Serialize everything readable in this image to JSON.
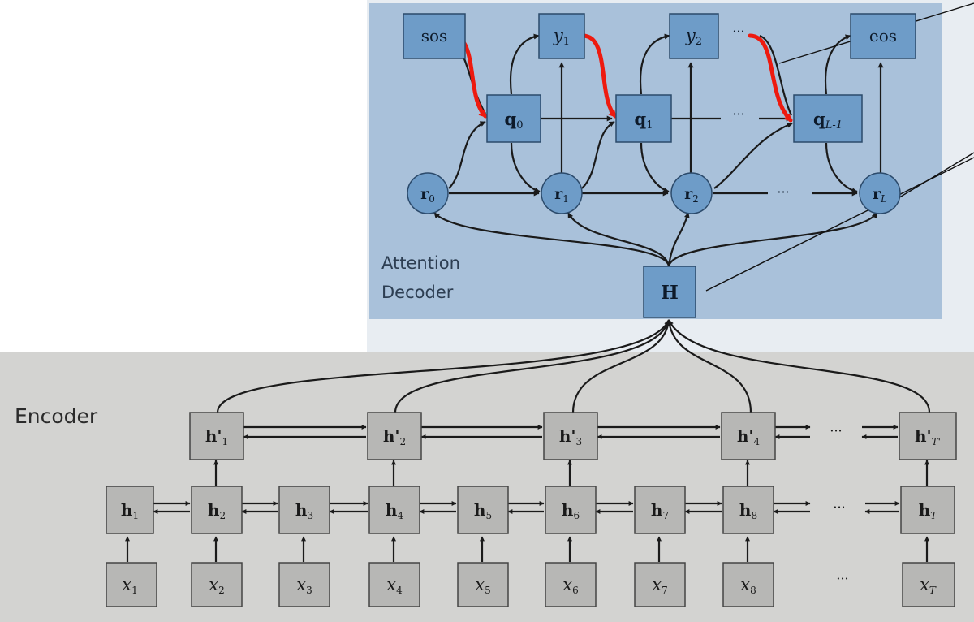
{
  "decoder": {
    "label_line1": "Attention",
    "label_line2": "Decoder",
    "sos": "sos",
    "eos": "eos",
    "y": [
      {
        "base": "y",
        "sub": "1"
      },
      {
        "base": "y",
        "sub": "2"
      }
    ],
    "q": [
      {
        "base": "q",
        "sub": "0"
      },
      {
        "base": "q",
        "sub": "1"
      },
      {
        "base": "q",
        "sub": "L-1"
      }
    ],
    "r": [
      {
        "base": "r",
        "sub": "0"
      },
      {
        "base": "r",
        "sub": "1"
      },
      {
        "base": "r",
        "sub": "2"
      },
      {
        "base": "r",
        "sub": "L"
      }
    ],
    "H": "H",
    "ellipsis": "···"
  },
  "encoder": {
    "label": "Encoder",
    "hprime": [
      {
        "base": "h'",
        "sub": "1"
      },
      {
        "base": "h'",
        "sub": "2"
      },
      {
        "base": "h'",
        "sub": "3"
      },
      {
        "base": "h'",
        "sub": "4"
      },
      {
        "base": "h'",
        "sub": "T'"
      }
    ],
    "h": [
      {
        "base": "h",
        "sub": "1"
      },
      {
        "base": "h",
        "sub": "2"
      },
      {
        "base": "h",
        "sub": "3"
      },
      {
        "base": "h",
        "sub": "4"
      },
      {
        "base": "h",
        "sub": "5"
      },
      {
        "base": "h",
        "sub": "6"
      },
      {
        "base": "h",
        "sub": "7"
      },
      {
        "base": "h",
        "sub": "8"
      },
      {
        "base": "h",
        "sub": "T"
      }
    ],
    "x": [
      {
        "base": "x",
        "sub": "1"
      },
      {
        "base": "x",
        "sub": "2"
      },
      {
        "base": "x",
        "sub": "3"
      },
      {
        "base": "x",
        "sub": "4"
      },
      {
        "base": "x",
        "sub": "5"
      },
      {
        "base": "x",
        "sub": "6"
      },
      {
        "base": "x",
        "sub": "7"
      },
      {
        "base": "x",
        "sub": "8"
      },
      {
        "base": "x",
        "sub": "T"
      }
    ],
    "ellipsis": "···"
  },
  "colors": {
    "decoder_bg": "#a9c1da",
    "decoder_node": "#6e9cc8",
    "encoder_bg": "#d3d3d1",
    "encoder_node": "#b7b7b5",
    "highlight_arrow": "#ee1a0f",
    "line": "#1a1a1a"
  }
}
